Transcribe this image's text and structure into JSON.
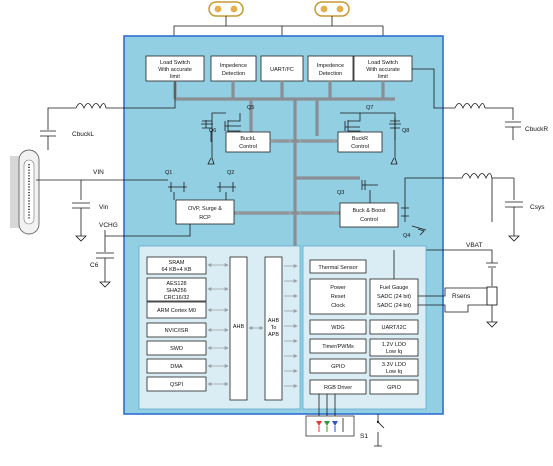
{
  "top_blocks": {
    "load_switch_left": [
      "Load Switch",
      "With accurate",
      "limit"
    ],
    "impedance_left": [
      "Impedence",
      "Detection"
    ],
    "uart": "UART/I²C",
    "impedance_right": [
      "Impedence",
      "Detection"
    ],
    "load_switch_right": [
      "Load Switch",
      "With accurate",
      "limit"
    ]
  },
  "transistors": {
    "q5": "Q5",
    "q6": "Q6",
    "q7": "Q7",
    "q8": "Q8",
    "q1": "Q1",
    "q2": "Q2",
    "q3": "Q3",
    "q4": "Q4"
  },
  "controls": {
    "buckl": [
      "BuckL",
      "Control"
    ],
    "buckr": [
      "BuckR",
      "Control"
    ],
    "ovp": [
      "OVP, Surge &",
      "RCP"
    ],
    "buck_boost": [
      "Buck & Boost",
      "Control"
    ]
  },
  "external": {
    "cbuck_l": "CbuckL",
    "cbuck_r": "CbuckR",
    "vin_node": "VIN",
    "cin": "Vin",
    "vchg": "VCHG",
    "c6": "C6",
    "csys": "Csys",
    "vbat": "VBAT",
    "rsens": "Rsens",
    "s1": "S1"
  },
  "mcu_blocks": {
    "sram": [
      "SRAM",
      "64 KB+4 KB"
    ],
    "crypto": [
      "AES128",
      "SHA256",
      "CRC16/32"
    ],
    "cpu": "ARM Cortex M0",
    "nvic": "NVIC/ISR",
    "swd": "SWD",
    "dma": "DMA",
    "qspi": "QSPI",
    "ahb": "AHB",
    "ahb_apb": [
      "AHB",
      "To",
      "APB"
    ]
  },
  "peripheral_blocks": {
    "thermal": "Thermal Sensor",
    "power": [
      "Power",
      "Reset",
      "Clock"
    ],
    "fuel_gauge": [
      "Fuel Gauge",
      "SADC (24 bit)",
      "SADC (24 bit)"
    ],
    "wdg": "WDG",
    "uart_i2c": "UART/I2C",
    "timers": "Timer/PWMs",
    "ldo1": [
      "1.2V LDO",
      "Low Iq"
    ],
    "gpio_left": "GPIO",
    "ldo2": [
      "3.3V LDO",
      "Low Iq"
    ],
    "rgb": "RGB Driver",
    "gpio_right": "GPIO"
  },
  "colors": {
    "outer_fill": "#92cfe3",
    "outer_border": "#2f6fd1",
    "inner_fill": "#dbedf4",
    "block_fill": "#ffffff",
    "bus_gray": "#8a8f94",
    "connector_gold": "#e5b04c",
    "led_red": "#e53935",
    "led_green": "#2e9e3b",
    "led_blue": "#2a54c8"
  }
}
